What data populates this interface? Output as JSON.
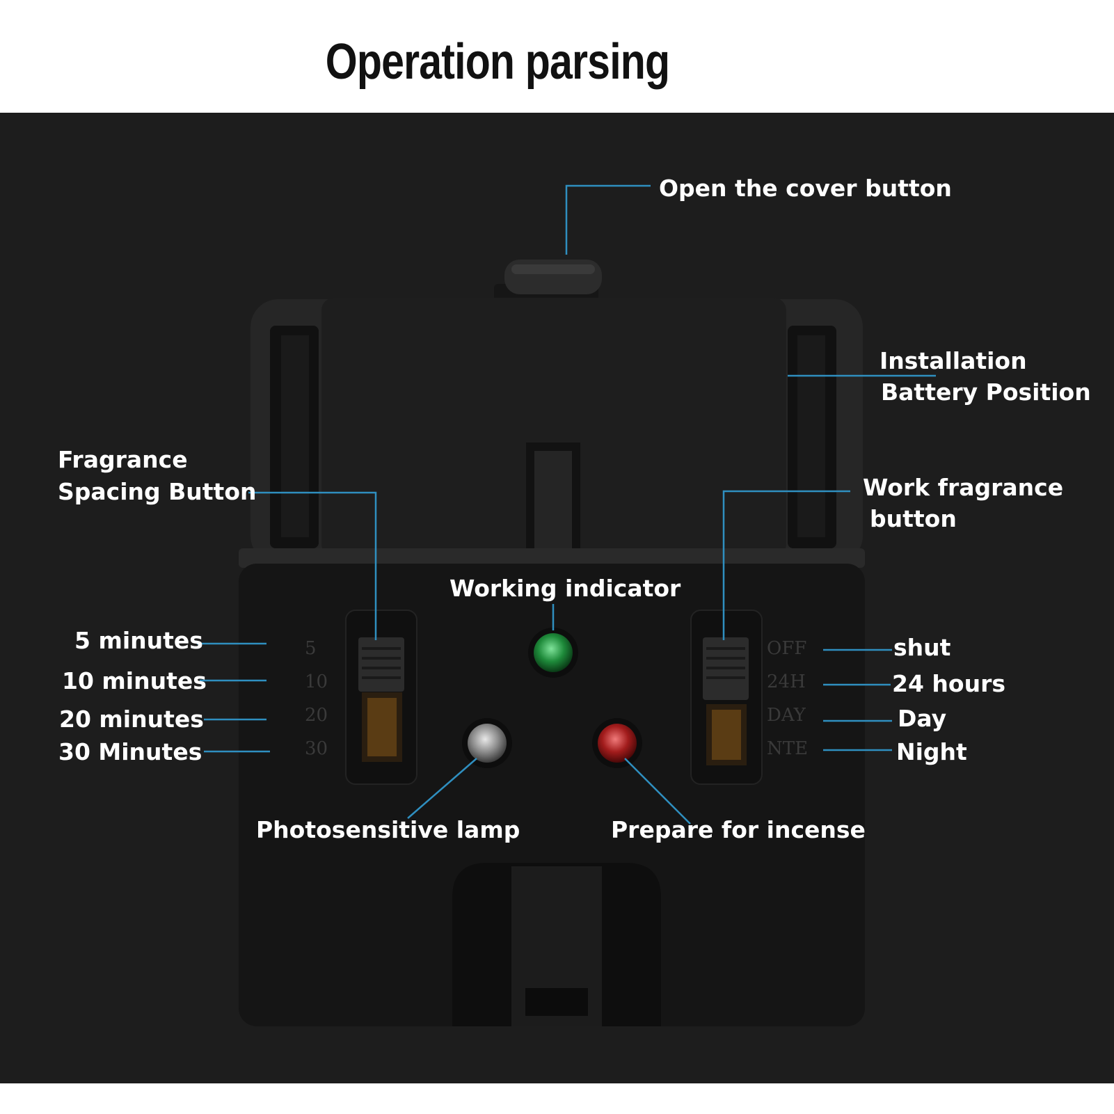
{
  "title": "Operation parsing",
  "labels": {
    "open_cover": "Open the cover button",
    "installation_line1": "Installation",
    "installation_line2": "Battery Position",
    "fragrance_line1": "Fragrance",
    "fragrance_line2": "Spacing Button",
    "work_line1": "Work fragrance",
    "work_line2": "button",
    "working_indicator": "Working indicator",
    "min5": "5 minutes",
    "min10": "10 minutes",
    "min20": "20 minutes",
    "min30": "30 Minutes",
    "shut": "shut",
    "hours24": "24 hours",
    "day": "Day",
    "night": "Night",
    "photosensitive": "Photosensitive lamp",
    "prepare": "Prepare for incense"
  },
  "device_marks": {
    "left": [
      "5",
      "10",
      "20",
      "30"
    ],
    "right": [
      "OFF",
      "24H",
      "DAY",
      "NTE"
    ]
  },
  "colors": {
    "leader_line": "#2f8fc0",
    "led_green": "#1e8a3a",
    "led_red": "#a21c1c",
    "led_clear": "#9a9a9a"
  }
}
